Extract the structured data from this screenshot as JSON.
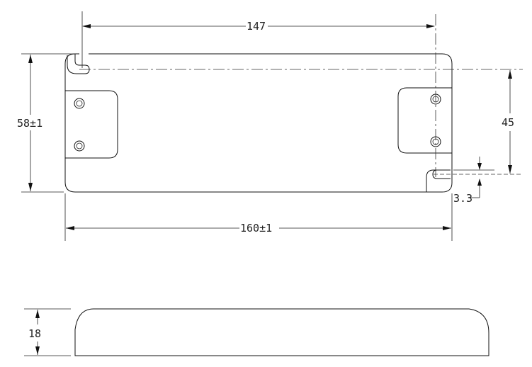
{
  "dimensions": {
    "top_hole_spacing": "147",
    "overall_height": "58±1",
    "mount_height": "45",
    "slot_offset": "3.3",
    "overall_length": "160±1",
    "thickness": "18"
  }
}
